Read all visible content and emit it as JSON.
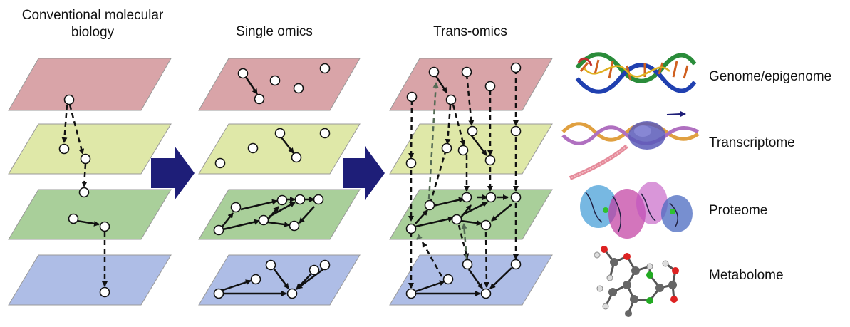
{
  "titles": {
    "conventional": "Conventional molecular biology",
    "single": "Single omics",
    "trans": "Trans-omics"
  },
  "omics_labels": [
    "Genome/epigenome",
    "Transcriptome",
    "Proteome",
    "Metabolome"
  ],
  "colors": {
    "genome_layer": "#d9a4a8",
    "transcriptome_layer": "#dfe8a8",
    "proteome_layer": "#a9cf9a",
    "metabolome_layer": "#aebde6",
    "arrow": "#1e1e78",
    "edge": "#111111",
    "node_fill": "#ffffff"
  },
  "icons": [
    "dna-double-helix-icon",
    "rna-polymerase-transcription-icon",
    "protein-structure-icon",
    "metabolite-molecule-icon"
  ]
}
